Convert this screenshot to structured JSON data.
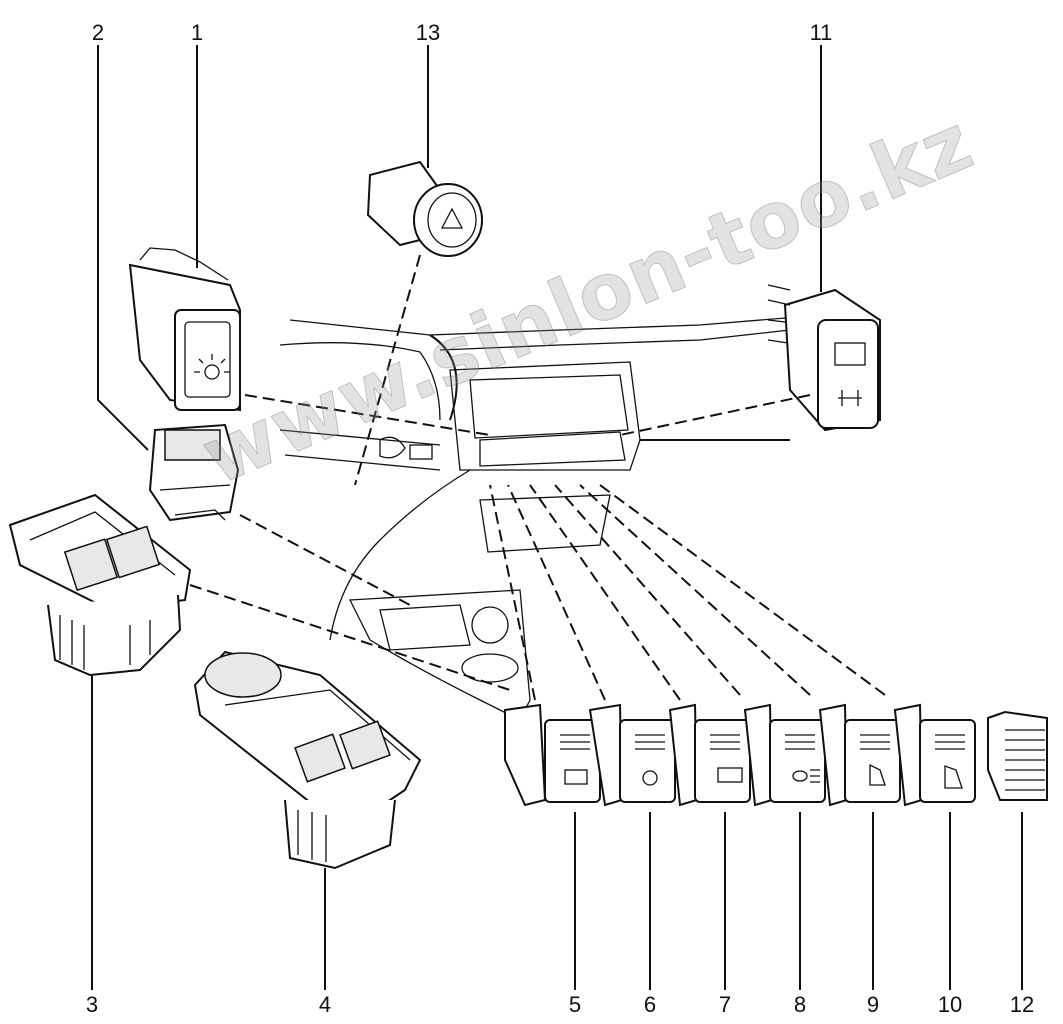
{
  "diagram": {
    "callouts": [
      "1",
      "2",
      "3",
      "4",
      "5",
      "6",
      "7",
      "8",
      "9",
      "10",
      "11",
      "12",
      "13"
    ],
    "watermark": "www.sinlon-too.kz"
  }
}
